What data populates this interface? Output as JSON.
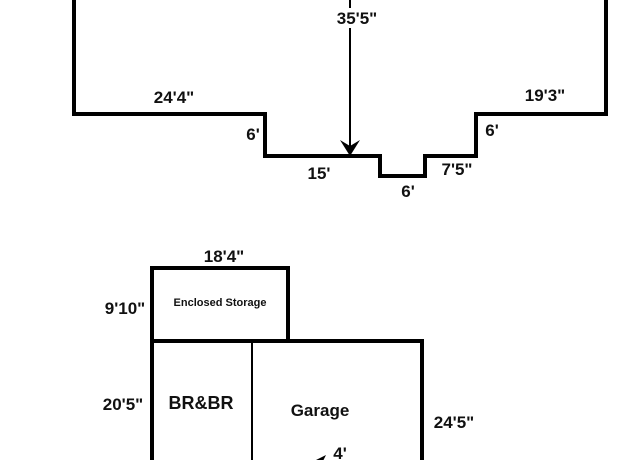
{
  "colors": {
    "line": "#000000",
    "text": "#111111",
    "background": "#ffffff"
  },
  "upper_plan": {
    "dimensions": {
      "depth": "35'5\"",
      "left_wall": "24'4\"",
      "right_wall": "19'3\"",
      "left_step": "6'",
      "right_step": "6'",
      "left_notch": "15'",
      "center_notch_width": "6'",
      "right_notch": "7'5\""
    }
  },
  "lower_plan": {
    "dimensions": {
      "storage_width": "18'4\"",
      "storage_depth": "9'10\"",
      "br_depth": "20'5\"",
      "garage_depth": "24'5\"",
      "small_dim": "4'"
    },
    "rooms": {
      "storage": "Enclosed Storage",
      "br": "BR&BR",
      "garage": "Garage"
    }
  }
}
